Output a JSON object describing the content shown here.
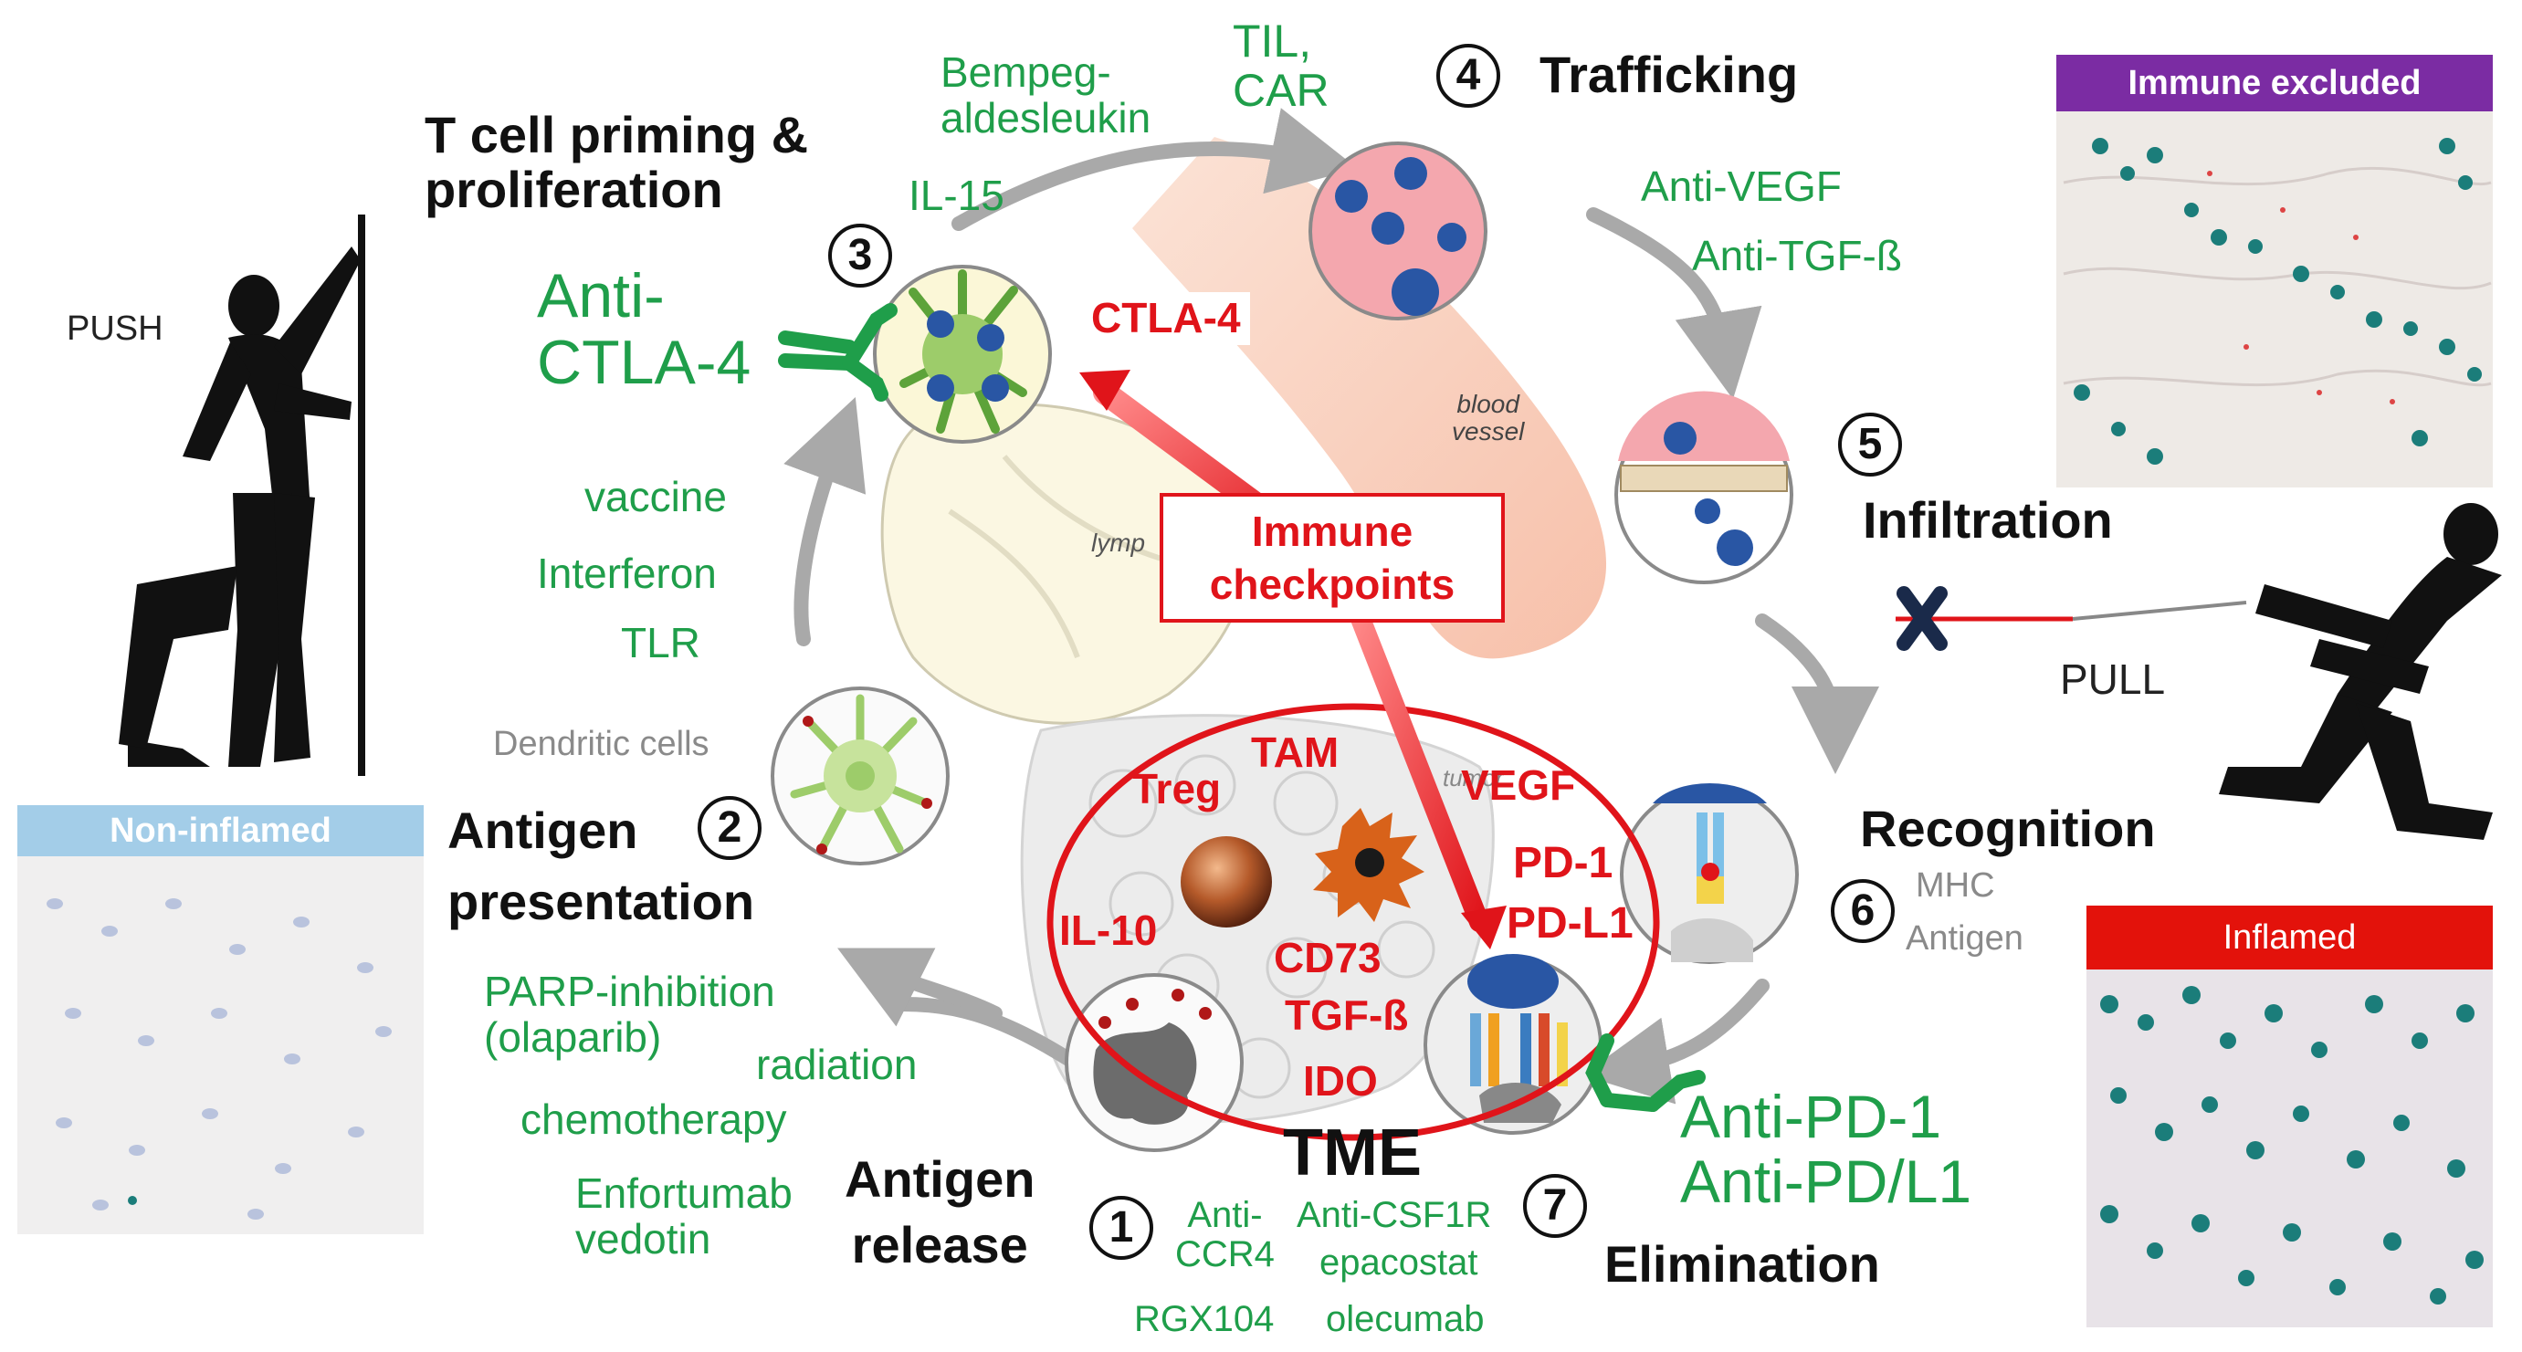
{
  "steps": {
    "s1": {
      "num": "1",
      "label_1": "Antigen",
      "label_2": "release"
    },
    "s2": {
      "num": "2",
      "label_1": "Antigen",
      "label_2": "presentation"
    },
    "s3": {
      "num": "3",
      "label_1": "T cell priming &",
      "label_2": "proliferation"
    },
    "s4": {
      "num": "4",
      "label_1": "Trafficking"
    },
    "s5": {
      "num": "5",
      "label_1": "Infiltration"
    },
    "s6": {
      "num": "6",
      "label_1": "Recognition"
    },
    "s7": {
      "num": "7",
      "label_1": "Elimination"
    }
  },
  "cell_labels": {
    "dendritic": "Dendritic cells",
    "mhc": "MHC",
    "antigen": "Antigen",
    "blood_vessel_1": "blood",
    "blood_vessel_2": "vessel",
    "lymph": "lymp",
    "tumor": "tumor"
  },
  "therapies": {
    "bempeg_1": "Bempeg-",
    "bempeg_2": "aldesleukin",
    "til_1": "TIL,",
    "til_2": "CAR",
    "il15": "IL-15",
    "anti_ctla4_1": "Anti-",
    "anti_ctla4_2": "CTLA-4",
    "vaccine": "vaccine",
    "interferon": "Interferon",
    "tlr": "TLR",
    "anti_vegf": "Anti-VEGF",
    "anti_tgfb": "Anti-TGF-ß",
    "parp_1": "PARP-inhibition",
    "parp_2": "(olaparib)",
    "radiation": "radiation",
    "chemotherapy": "chemotherapy",
    "enfortumab_1": "Enfortumab",
    "enfortumab_2": "vedotin",
    "anti_ccr4_1": "Anti-",
    "anti_ccr4_2": "CCR4",
    "rgx104": "RGX104",
    "anti_csf1r": "Anti-CSF1R",
    "epacostat": "epacostat",
    "olecumab": "olecumab",
    "anti_pd1_1": "Anti-PD-1",
    "anti_pd1_2": "Anti-PD/L1"
  },
  "checkpoints": {
    "ctla4": "CTLA-4",
    "immune_1": "Immune",
    "immune_2": "checkpoints"
  },
  "tme": {
    "title": "TME",
    "treg": "Treg",
    "tam": "TAM",
    "vegf": "VEGF",
    "pd1": "PD-1",
    "pdl1": "PD-L1",
    "il10": "IL-10",
    "cd73": "CD73",
    "tgfb": "TGF-ß",
    "ido": "IDO"
  },
  "figures": {
    "push": "PUSH",
    "pull": "PULL"
  },
  "panels": {
    "immune_excluded": "Immune excluded",
    "non_inflamed": "Non-inflamed",
    "inflamed": "Inflamed"
  },
  "colors": {
    "therapy_green": "#1f9e4a",
    "checkpoint_red": "#e0141a",
    "excluded_header": "#7b2ca3",
    "non_inflamed_header": "#a3cde8",
    "inflamed_header": "#e3120b",
    "cycle_arrow": "#a9a9a9"
  }
}
